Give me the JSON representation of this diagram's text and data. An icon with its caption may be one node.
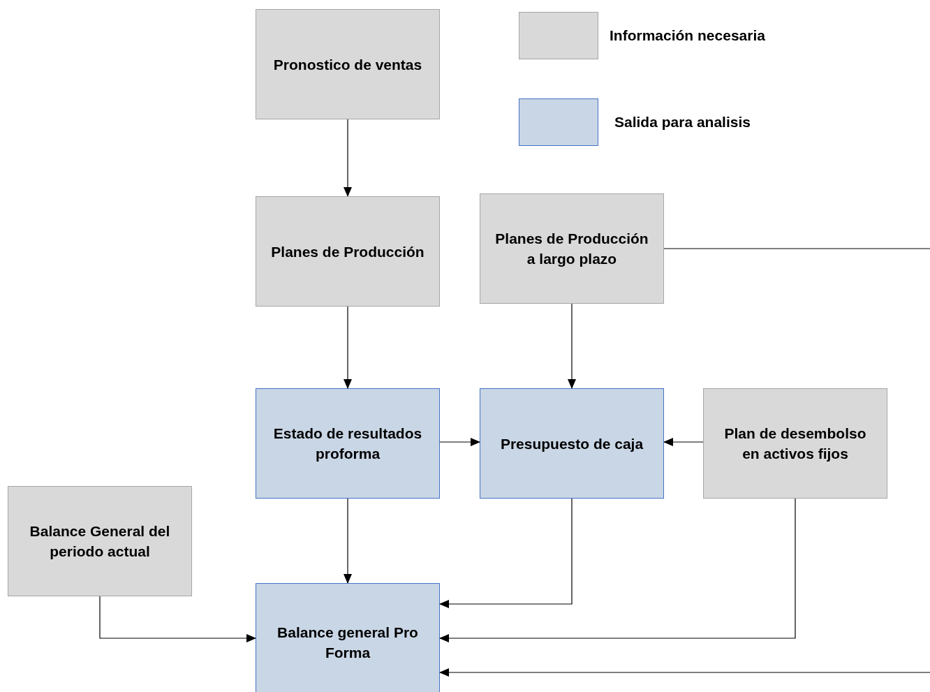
{
  "diagram": {
    "nodes": [
      {
        "text": [
          "Pronostico de ventas"
        ]
      },
      {
        "text": [
          "Planes de Producción"
        ]
      },
      {
        "text": [
          "Planes de Producción a largo plazo"
        ]
      },
      {
        "text": [
          "Estado de resultados proforma"
        ]
      },
      {
        "text": [
          "Presupuesto de caja"
        ]
      },
      {
        "text": [
          "Plan de desembolso en activos fijos"
        ]
      },
      {
        "text": [
          "Balance General del periodo actual"
        ]
      },
      {
        "text": [
          "Balance general Pro Forma"
        ]
      }
    ],
    "edges": [
      {
        "from": 0,
        "to": 1,
        "arrow": "to"
      },
      {
        "from": 1,
        "to": 3,
        "arrow": "to"
      },
      {
        "from": 2,
        "to": 4,
        "arrow": "to"
      },
      {
        "from": 3,
        "to": 4,
        "arrow": "to"
      },
      {
        "from": 5,
        "to": 4,
        "arrow": "to"
      },
      {
        "from": 3,
        "to": 7,
        "arrow": "to"
      },
      {
        "from": 4,
        "to": 7,
        "arrow": "to"
      },
      {
        "from": 5,
        "to": 7,
        "arrow": "to"
      },
      {
        "from": 6,
        "to": 7,
        "arrow": "to"
      },
      {
        "from": 2,
        "to": 7,
        "arrow": "to"
      }
    ],
    "legend": [
      {
        "text": "Información necesaria",
        "color": "#d9d9d9"
      },
      {
        "text": "Salida para analisis",
        "color": "#c9d6e5"
      }
    ]
  }
}
